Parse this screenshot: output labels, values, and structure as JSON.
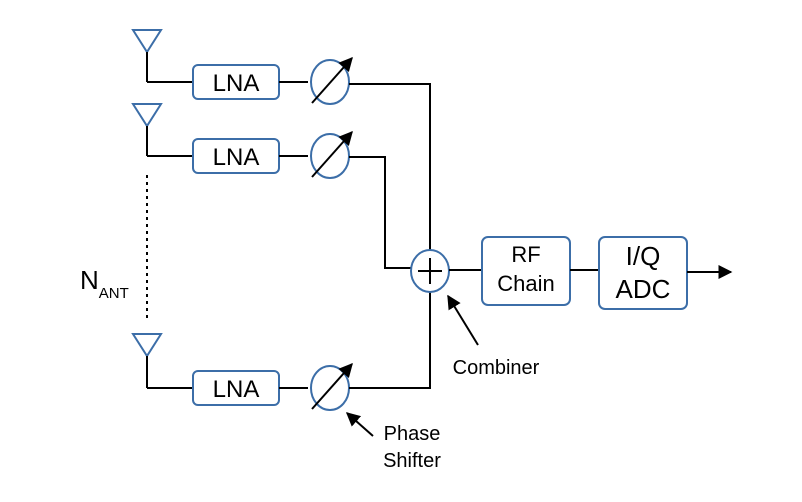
{
  "labels": {
    "lna": "LNA",
    "rf_line1": "RF",
    "rf_line2": "Chain",
    "iq_line1": "I/Q",
    "iq_line2": "ADC",
    "nant_main": "N",
    "nant_sub": "ANT",
    "combiner": "Combiner",
    "phase_line1": "Phase",
    "phase_line2": "Shifter"
  },
  "colors": {
    "box_stroke": "#3c6ea8",
    "line": "#000000",
    "text": "#000000"
  },
  "icons": {
    "antenna": "antenna-icon",
    "phase_shifter": "variable-phase-shifter-icon",
    "combiner": "summing-junction-plus-icon",
    "output": "arrow-right-icon"
  }
}
